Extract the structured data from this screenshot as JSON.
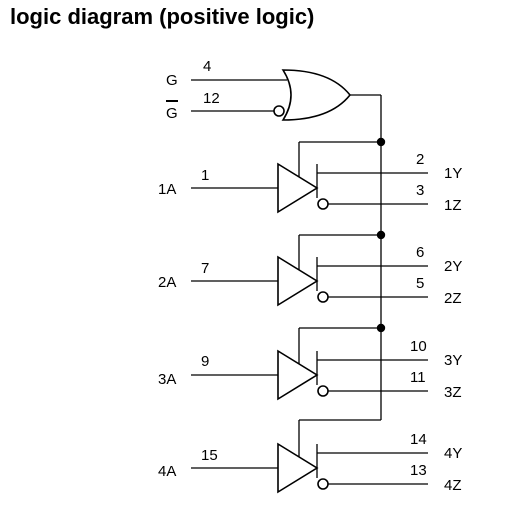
{
  "title": "logic diagram (positive logic)",
  "colors": {
    "line": "#000000",
    "background": "#ffffff"
  },
  "enable": {
    "g_label": "G",
    "g_pin": "4",
    "gbar_label": "G",
    "gbar_pin": "12"
  },
  "channels": [
    {
      "in_label": "1A",
      "in_pin": "1",
      "y_pin": "2",
      "y_label": "1Y",
      "z_pin": "3",
      "z_label": "1Z"
    },
    {
      "in_label": "2A",
      "in_pin": "7",
      "y_pin": "6",
      "y_label": "2Y",
      "z_pin": "5",
      "z_label": "2Z"
    },
    {
      "in_label": "3A",
      "in_pin": "9",
      "y_pin": "10",
      "y_label": "3Y",
      "z_pin": "11",
      "z_label": "3Z"
    },
    {
      "in_label": "4A",
      "in_pin": "15",
      "y_pin": "14",
      "y_label": "4Y",
      "z_pin": "13",
      "z_label": "4Z"
    }
  ]
}
